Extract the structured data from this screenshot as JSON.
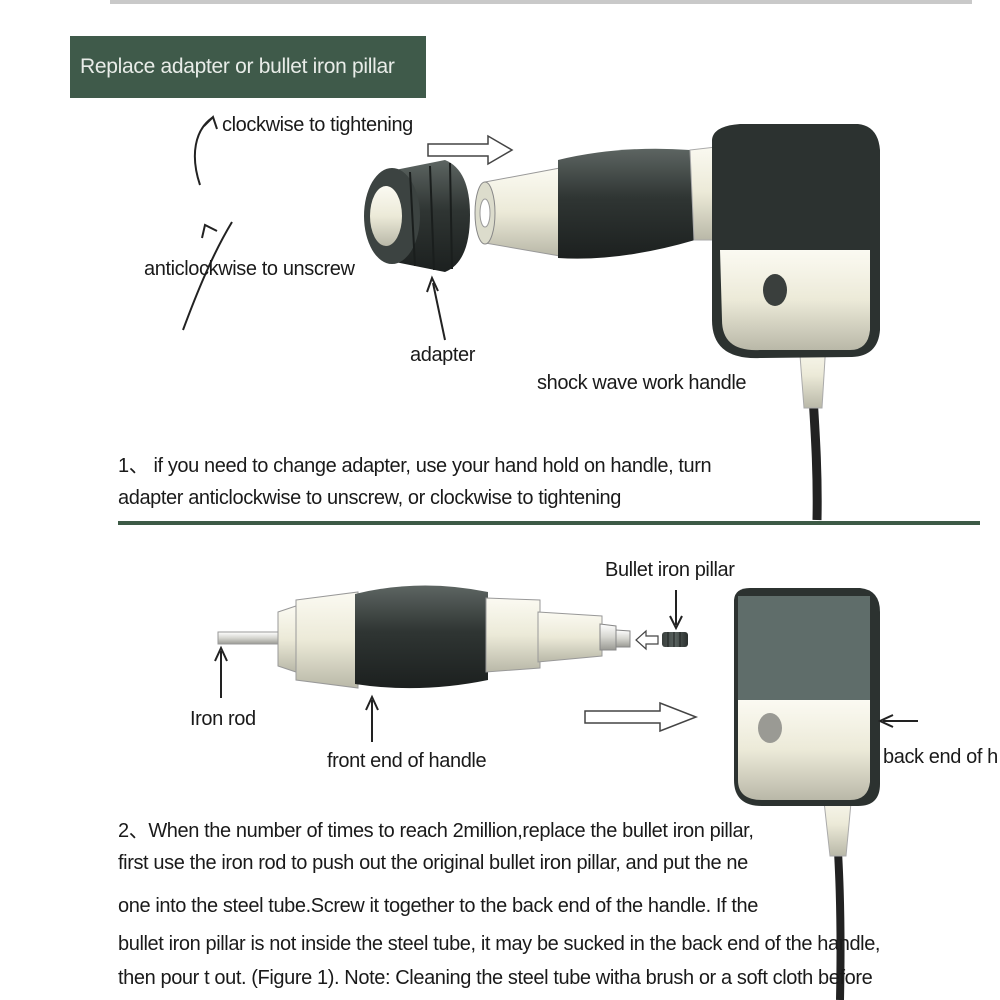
{
  "banner": {
    "title": "Replace adapter or bullet iron pillar"
  },
  "figure1": {
    "rotate_right_label": "clockwise to tightening",
    "rotate_left_label": "anticlockwise to unscrew",
    "adapter_label": "adapter",
    "handle_label": "shock wave work handle"
  },
  "step1": {
    "line1": "1、 if you need to change adapter, use your hand hold on handle, turn",
    "line2": "adapter anticlockwise to unscrew, or clockwise to tightening"
  },
  "figure2": {
    "bullet_label": "Bullet iron pillar",
    "rod_label": "Iron rod",
    "front_label": "front end of handle",
    "back_label": "back end of h"
  },
  "step2": {
    "line1": "2、When the number of times to reach 2million,replace the bullet iron pillar,",
    "line2": "first use the iron rod to push out the original bullet iron pillar, and put the ne",
    "line3": "one into the steel tube.Screw it together to the back end of the handle. If the",
    "line4": "bullet iron pillar is not inside the steel tube, it may be sucked in the  back end of the handle,",
    "line5": "then  pour t out. (Figure 1). Note: Cleaning the steel tube witha brush or a soft cloth before"
  }
}
